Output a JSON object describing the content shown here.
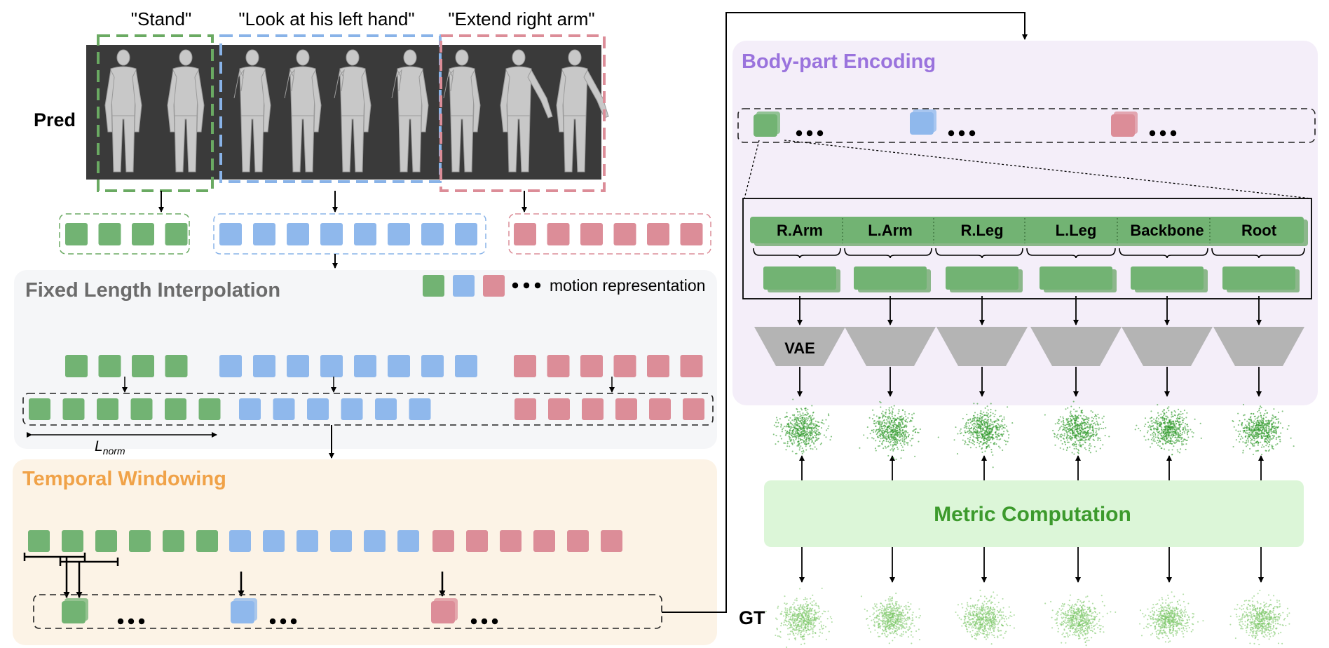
{
  "pred": {
    "label": "Pred",
    "captions": [
      "\"Stand\"",
      "\"Look at his left hand\"",
      "\"Extend right arm\""
    ]
  },
  "fixed_length": {
    "title": "Fixed Length Interpolation",
    "legend_text": "motion representation",
    "lnorm_label": "L",
    "lnorm_sub": "norm"
  },
  "temporal": {
    "title": "Temporal Windowing"
  },
  "body_part": {
    "title": "Body-part Encoding",
    "parts": [
      "R.Arm",
      "L.Arm",
      "R.Leg",
      "L.Leg",
      "Backbone",
      "Root"
    ],
    "encoder_label": "VAE"
  },
  "metric": {
    "label": "Metric Computation"
  },
  "gt": {
    "label": "GT"
  },
  "colors": {
    "green_token": "#72b373",
    "blue_token": "#8fb8ec",
    "red_token": "#dc8d98",
    "green_frame": "#6aaa62",
    "blue_frame": "#89b3e8",
    "red_frame": "#dc8d98",
    "body_part_title": "#9a73dd",
    "fixed_title": "#6b6b6b",
    "temporal_title": "#f0a248",
    "metric_text": "#3c9a2c",
    "metric_bg": "#dcf6d8",
    "body_part_bg": "#f4eef9",
    "fixed_bg": "#f5f6f8",
    "temporal_bg": "#fcf3e6",
    "vae": "#b4b4b4"
  }
}
